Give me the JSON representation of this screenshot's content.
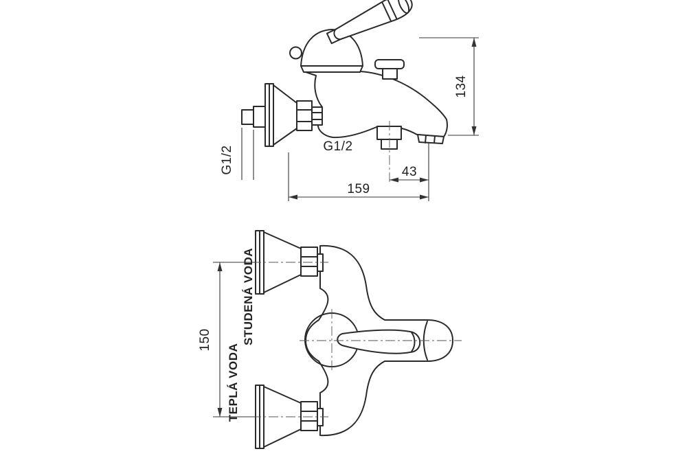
{
  "drawing": {
    "side_view": {
      "dims": {
        "height": "134",
        "outlet_offset": "43",
        "reach": "159"
      },
      "threads": {
        "wall": "G1/2",
        "hose_outlet": "G1/2"
      }
    },
    "front_view": {
      "dims": {
        "inlet_spacing": "150"
      },
      "labels": {
        "cold_water": "STUDENÁ VODA",
        "hot_water": "TEPLÁ VODA"
      }
    },
    "colors": {
      "line": "#2a2a2a",
      "background": "#ffffff"
    }
  }
}
